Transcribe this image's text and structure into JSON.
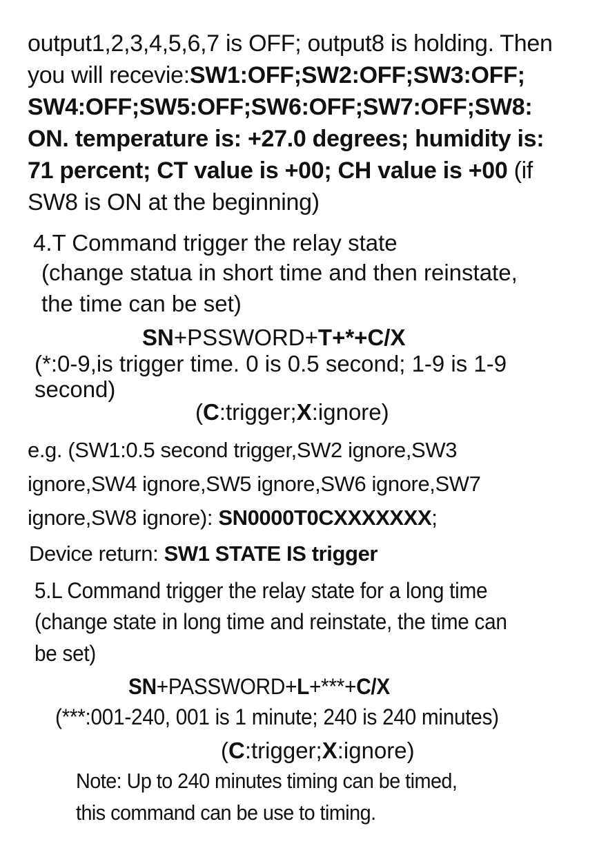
{
  "intro": {
    "l1": "output1,2,3,4,5,6,7 is OFF; output8 is holding. Then",
    "l2a": "you will recevie:",
    "l2b": "SW1:OFF;SW2:OFF;SW3:OFF;",
    "l3": "SW4:OFF;SW5:OFF;SW6:OFF;SW7:OFF;SW8:",
    "l4": "ON. temperature is: +27.0 degrees; humidity is:",
    "l5a": "71 percent; CT value is +00; CH value is +00",
    "l5b": " (if",
    "l6": "SW8 is ON at the beginning)"
  },
  "t_command": {
    "title": "4.T Command trigger the relay state",
    "desc1": "(change statua in short time and then reinstate,",
    "desc2": "the time can be set)",
    "fmt_sn": "SN",
    "fmt_pw": "+PSSWORD+",
    "fmt_t": "T+*+C/X",
    "range1": "(*:0-9,is trigger time. 0 is 0.5 second; 1-9 is 1-9",
    "range2": "second)",
    "opt_open": "(",
    "opt_c": "C",
    "opt_mid": ":trigger;",
    "opt_x": "X",
    "opt_end": ":ignore)"
  },
  "example": {
    "l1": "e.g. (SW1:0.5 second trigger,SW2 ignore,SW3",
    "l2": "ignore,SW4 ignore,SW5 ignore,SW6 ignore,SW7",
    "l3a": "ignore,SW8 ignore): ",
    "l3b": "SN0000T0CXXXXXXX",
    "l3c": ";",
    "ret_label": "Device return: ",
    "ret_value": "SW1 STATE IS trigger"
  },
  "l_command": {
    "title": "5.L Command trigger the relay state for a long time",
    "desc1": "(change state in long time and reinstate, the time can",
    "desc2": "be set)",
    "fmt_sn": "SN",
    "fmt_pw": "+PASSWORD+",
    "fmt_l": "L",
    "fmt_mid": "+***+",
    "fmt_cx": "C/X",
    "range": "(***:001-240,  001 is 1 minute; 240 is 240 minutes)",
    "opt_open": "(",
    "opt_c": "C",
    "opt_mid": ":trigger;",
    "opt_x": "X",
    "opt_end": ":ignore)",
    "note1": "Note: Up to 240 minutes timing can be timed,",
    "note2": "this command can be use to timing."
  }
}
